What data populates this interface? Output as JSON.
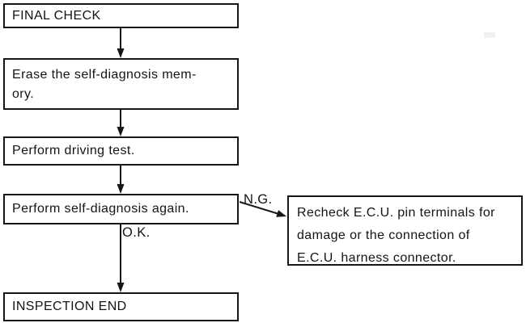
{
  "diagram": {
    "type": "flowchart",
    "background_color": "#ffffff",
    "line_color": "#161616",
    "boxes": {
      "final_check": {
        "label": "FINAL CHECK"
      },
      "erase_memory": {
        "lines": [
          "Erase the self-diagnosis mem-",
          "ory."
        ]
      },
      "driving_test": {
        "label": "Perform driving test."
      },
      "self_diagnosis_again": {
        "label": "Perform self-diagnosis again."
      },
      "inspection_end": {
        "label": "INSPECTION END"
      },
      "recheck_ecu": {
        "lines": [
          "Recheck E.C.U. pin terminals for",
          "damage or the connection of",
          "E.C.U. harness connector."
        ]
      }
    },
    "branch_labels": {
      "ng": "N.G.",
      "ok": "O.K."
    }
  }
}
